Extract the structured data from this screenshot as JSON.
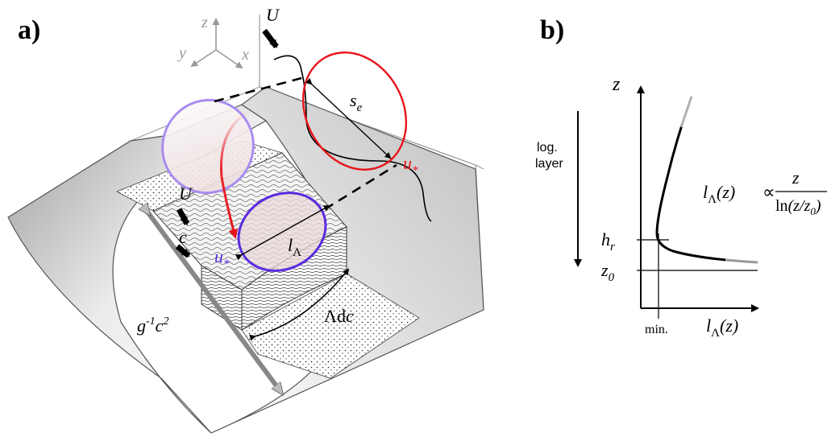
{
  "panel_a": {
    "label": "a)",
    "axes": {
      "z": "z",
      "y": "y",
      "x": "x"
    },
    "wind_top": "U",
    "wind_wave": "U",
    "wave_speed": "c",
    "eddy_separation": "s",
    "eddy_separation_sub": "e",
    "friction_velocity_red": "u",
    "friction_velocity_red_sub": "*",
    "friction_velocity_blue": "u",
    "friction_velocity_blue_sub": "*",
    "eddy_size": "l",
    "eddy_size_sub": "Λ",
    "wavelength_base": "g",
    "wavelength_exp1": "-1",
    "wavelength_c": "c",
    "wavelength_exp2": "2",
    "spectral_band": "Λd",
    "spectral_band_c": "c",
    "colors": {
      "red": "#e8141b",
      "purple": "#5a2be0",
      "lavender": "#a98cf0"
    }
  },
  "panel_b": {
    "label": "b)",
    "axis_z": "z",
    "axis_x_base": "l",
    "axis_x_sub": "Λ",
    "axis_x_arg": "(z)",
    "log_layer_1": "log.",
    "log_layer_2": "layer",
    "hr_base": "h",
    "hr_sub": "r",
    "z0_base": "z",
    "z0_sub": "0",
    "min_label": "min.",
    "formula_lhs_base": "l",
    "formula_lhs_sub": "Λ",
    "formula_lhs_arg": "(z)",
    "formula_prop": "∝",
    "formula_num": "z",
    "formula_den_ln": "ln",
    "formula_den_arg": "(z/z",
    "formula_den_sub": "0",
    "formula_den_close": ")"
  }
}
